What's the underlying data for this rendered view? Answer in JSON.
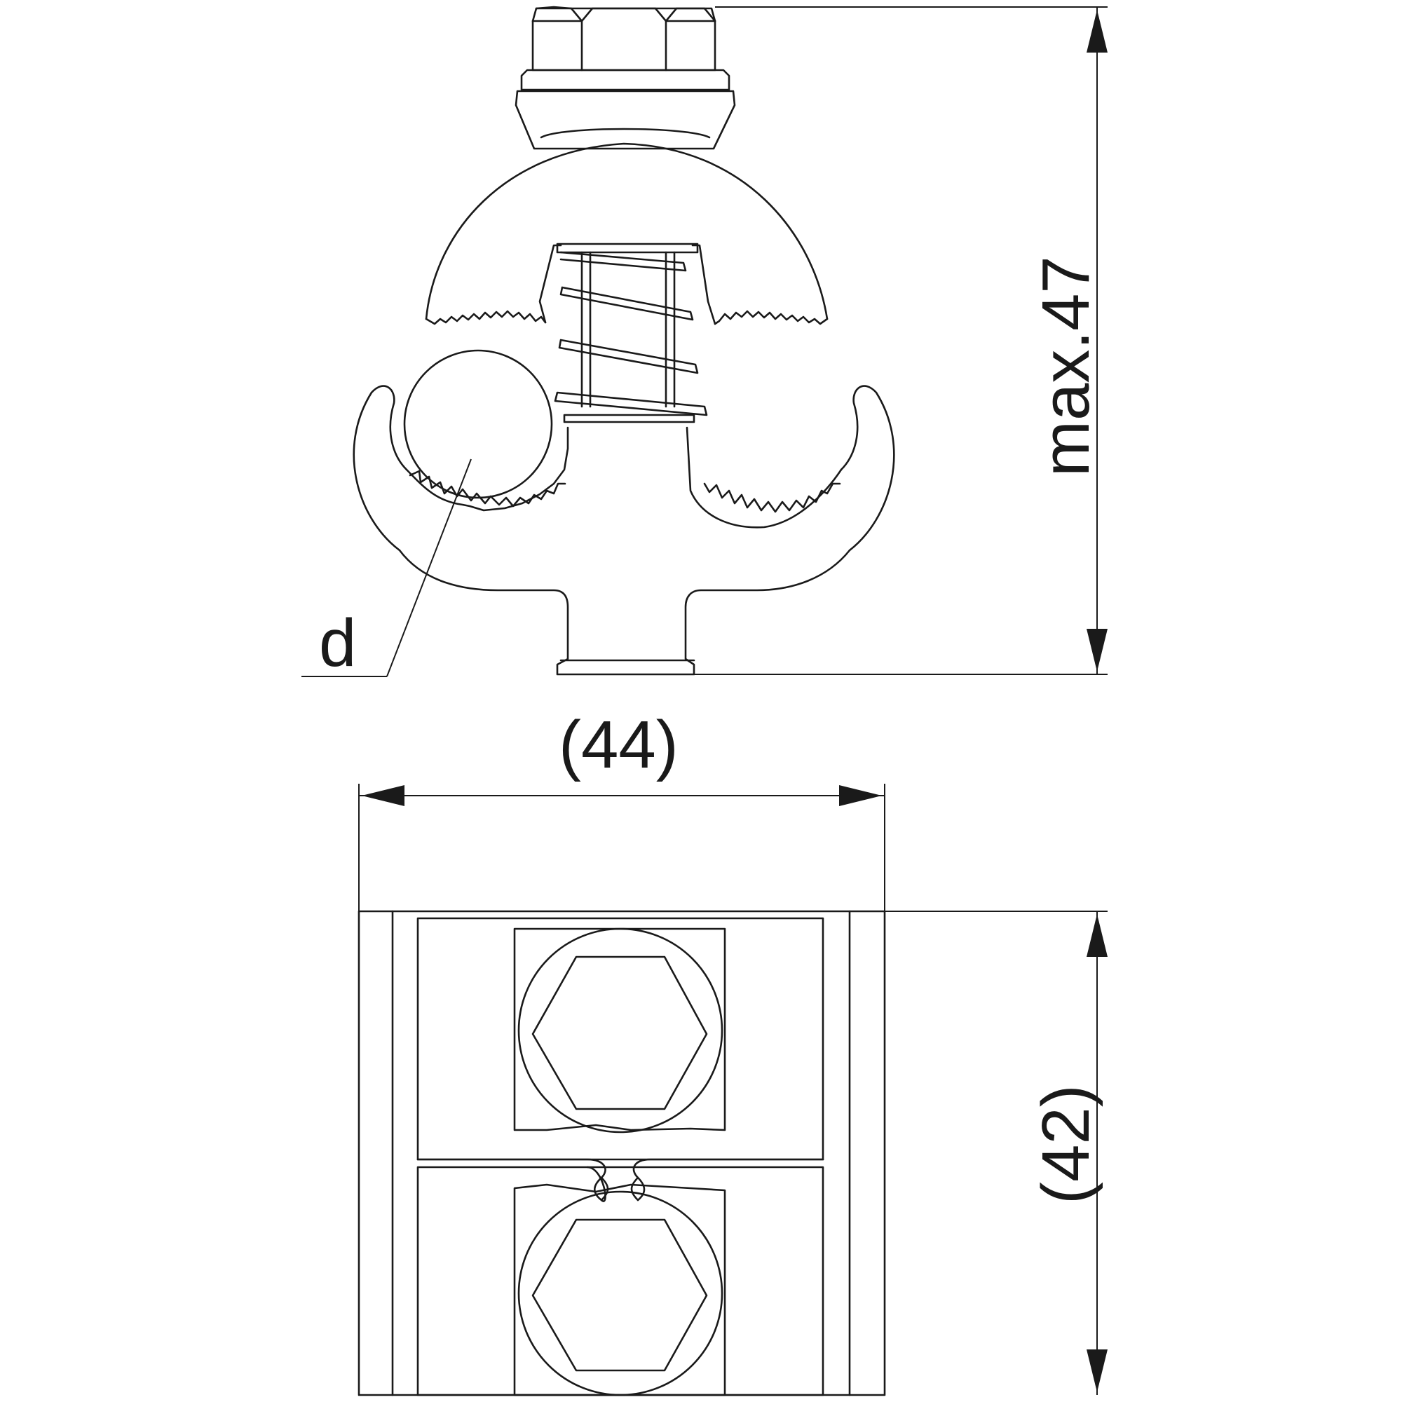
{
  "labels": {
    "diameter": "d",
    "height": "max.47",
    "width": "(44)",
    "depth": "(42)"
  }
}
